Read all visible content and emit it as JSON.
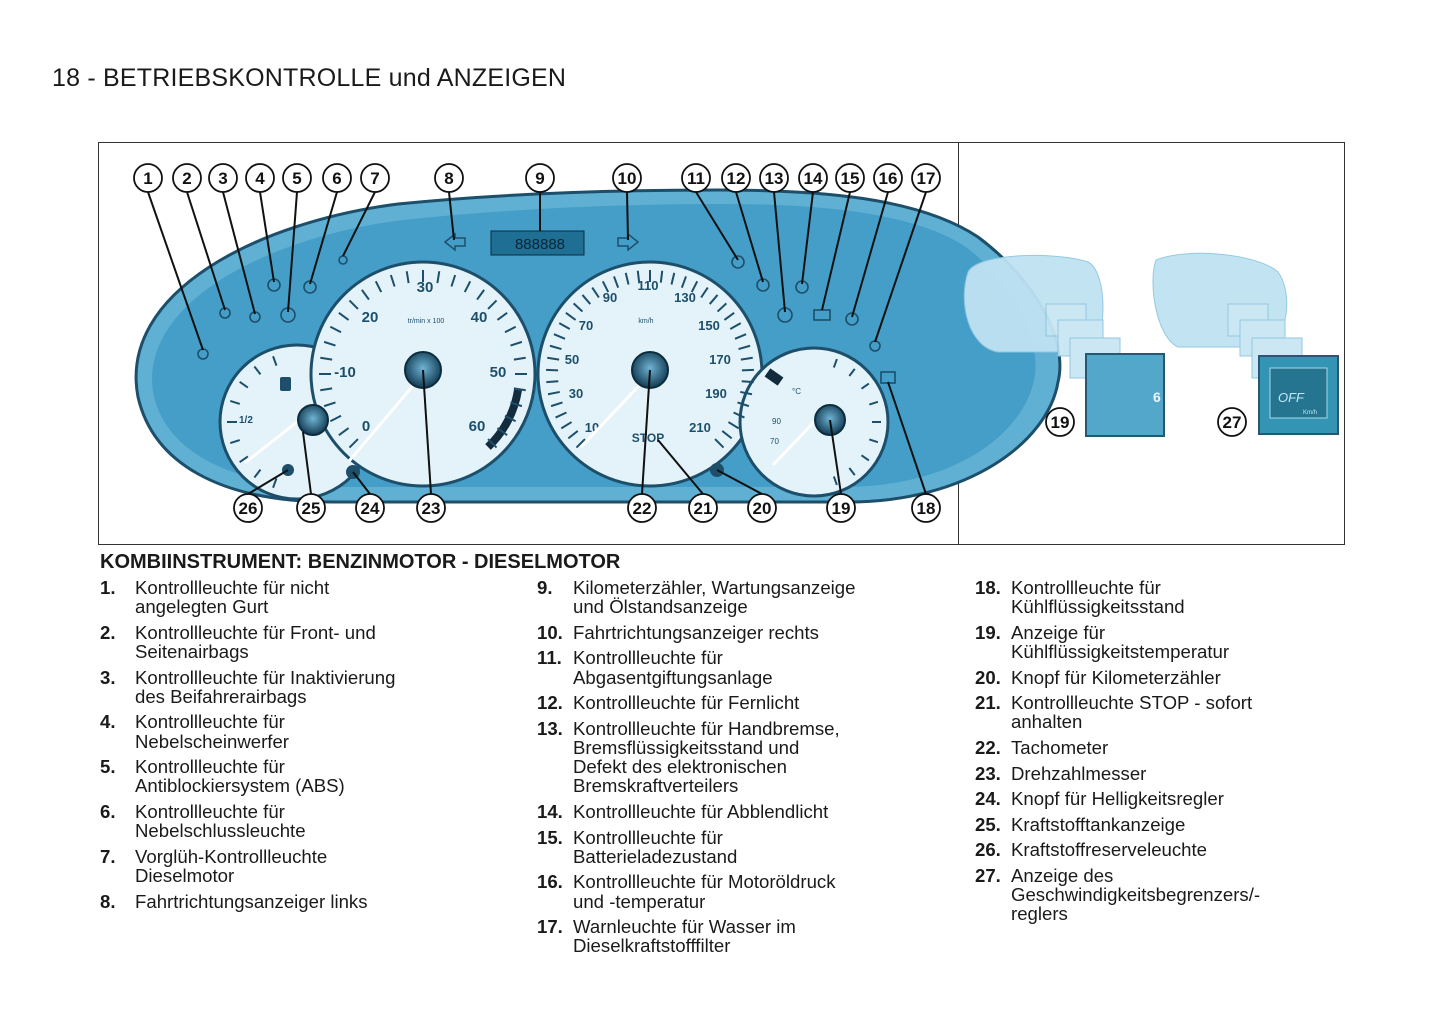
{
  "header": {
    "title": "18 - BETRIEBSKONTROLLE und ANZEIGEN"
  },
  "figure": {
    "callouts_top": [
      "1",
      "2",
      "3",
      "4",
      "5",
      "6",
      "7",
      "8",
      "9",
      "10",
      "11",
      "12",
      "13",
      "14",
      "15",
      "16",
      "17"
    ],
    "callouts_bottom": [
      "26",
      "25",
      "24",
      "23",
      "22",
      "21",
      "20",
      "19",
      "18"
    ],
    "callouts_inset": [
      "19",
      "27"
    ],
    "odometer": "888888",
    "rpm_scale": [
      "20",
      "30",
      "40",
      "50",
      "60"
    ],
    "rpm_unit": "tr/min x 100",
    "speed_scale": [
      "10",
      "30",
      "50",
      "70",
      "90",
      "110",
      "130",
      "150",
      "170",
      "190",
      "210"
    ],
    "speed_unit": "km/h",
    "stop_label": "STOP",
    "fuel_half": "1/2",
    "temp_scale": [
      "90",
      "70"
    ],
    "temp_unit": "°C",
    "inset_off": "OFF",
    "inset_unit": "Km/h",
    "colors": {
      "cluster": "#4a9ec3",
      "cluster_dark": "#1f5f7f",
      "dial": "#dff1f8",
      "hub": "#1a4c69",
      "inset": "#aed9ee",
      "lcd": "#1d8aa8"
    }
  },
  "section_title": "KOMBIINSTRUMENT: BENZINMOTOR - DIESELMOTOR",
  "legend": {
    "col1": [
      {
        "num": "1.",
        "lines": [
          "Kontrollleuchte für nicht",
          "angelegten Gurt"
        ]
      },
      {
        "num": "2.",
        "lines": [
          "Kontrollleuchte für Front- und",
          "Seitenairbags"
        ]
      },
      {
        "num": "3.",
        "lines": [
          "Kontrollleuchte für Inaktivierung",
          "des Beifahrerairbags"
        ]
      },
      {
        "num": "4.",
        "lines": [
          "Kontrollleuchte für",
          "Nebelscheinwerfer"
        ]
      },
      {
        "num": "5.",
        "lines": [
          "Kontrollleuchte für",
          "Antiblockiersystem (ABS)"
        ]
      },
      {
        "num": "6.",
        "lines": [
          "Kontrollleuchte für",
          "Nebelschlussleuchte"
        ]
      },
      {
        "num": "7.",
        "lines": [
          "Vorglüh-Kontrollleuchte",
          "Dieselmotor"
        ]
      },
      {
        "num": "8.",
        "lines": [
          "Fahrtrichtungsanzeiger links"
        ]
      }
    ],
    "col2": [
      {
        "num": "9.",
        "lines": [
          "Kilometerzähler, Wartungsanzeige",
          "und Ölstandsanzeige"
        ]
      },
      {
        "num": "10.",
        "lines": [
          "Fahrtrichtungsanzeiger rechts"
        ]
      },
      {
        "num": "11.",
        "lines": [
          "Kontrollleuchte für",
          "Abgasentgiftungsanlage"
        ]
      },
      {
        "num": "12.",
        "lines": [
          "Kontrollleuchte für Fernlicht"
        ]
      },
      {
        "num": "13.",
        "lines": [
          "Kontrollleuchte für Handbremse,",
          "Bremsflüssigkeitsstand und",
          "Defekt des elektronischen",
          "Bremskraftverteilers"
        ]
      },
      {
        "num": "14.",
        "lines": [
          "Kontrollleuchte für Abblendlicht"
        ]
      },
      {
        "num": "15.",
        "lines": [
          "Kontrollleuchte für",
          "Batterieladezustand"
        ]
      },
      {
        "num": "16.",
        "lines": [
          "Kontrollleuchte für Motoröldruck",
          "und -temperatur"
        ]
      },
      {
        "num": "17.",
        "lines": [
          "Warnleuchte für Wasser im",
          "Dieselkraftstofffilter"
        ]
      }
    ],
    "col3": [
      {
        "num": "18.",
        "lines": [
          "Kontrollleuchte für",
          "Kühlflüssigkeitsstand"
        ]
      },
      {
        "num": "19.",
        "lines": [
          "Anzeige für",
          "Kühlflüssigkeitstemperatur"
        ]
      },
      {
        "num": "20.",
        "lines": [
          "Knopf für Kilometerzähler"
        ]
      },
      {
        "num": "21.",
        "lines": [
          "Kontrollleuchte STOP - sofort",
          "anhalten"
        ]
      },
      {
        "num": "22.",
        "lines": [
          "Tachometer"
        ]
      },
      {
        "num": "23.",
        "lines": [
          "Drehzahlmesser"
        ]
      },
      {
        "num": "24.",
        "lines": [
          "Knopf für Helligkeitsregler"
        ]
      },
      {
        "num": "25.",
        "lines": [
          "Kraftstofftankanzeige"
        ]
      },
      {
        "num": "26.",
        "lines": [
          "Kraftstoffreserveleuchte"
        ]
      },
      {
        "num": "27.",
        "lines": [
          "Anzeige des",
          "Geschwindigkeitsbegrenzers/-",
          "reglers"
        ]
      }
    ]
  }
}
